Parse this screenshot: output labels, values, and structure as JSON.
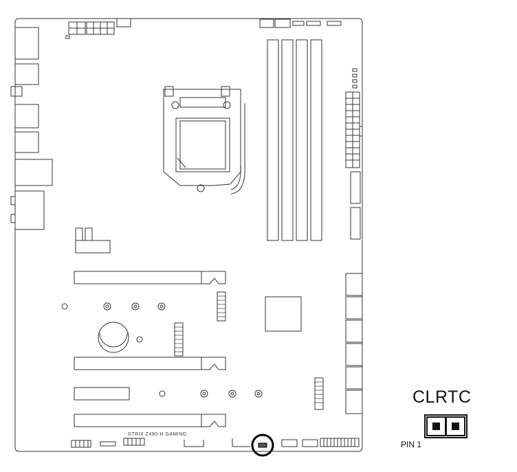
{
  "board": {
    "model_label": "STRIX Z490-H GAMING"
  },
  "header": {
    "name": "CLRTC",
    "pin_label": "PIN 1"
  },
  "colors": {
    "outline": "#333333",
    "highlight": "#000000",
    "pin": "#111111"
  }
}
